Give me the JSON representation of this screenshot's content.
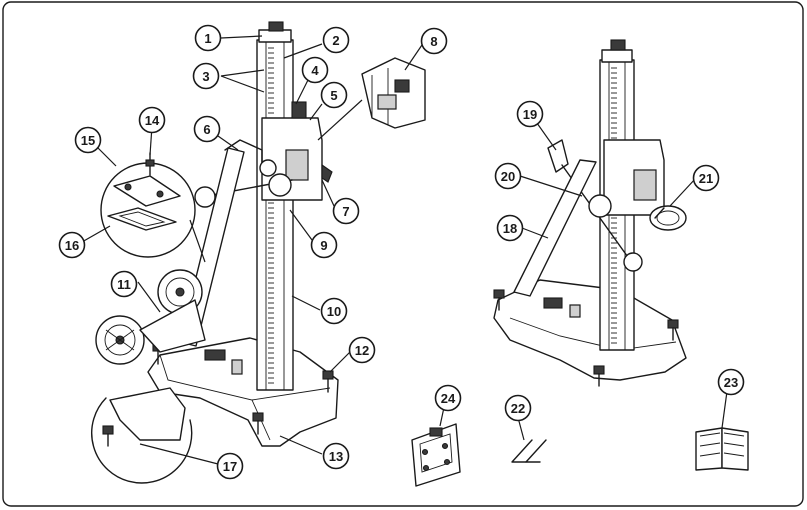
{
  "callouts": [
    {
      "id": "c1",
      "label": "1"
    },
    {
      "id": "c2",
      "label": "2"
    },
    {
      "id": "c3",
      "label": "3"
    },
    {
      "id": "c4",
      "label": "4"
    },
    {
      "id": "c5",
      "label": "5"
    },
    {
      "id": "c6",
      "label": "6"
    },
    {
      "id": "c7",
      "label": "7"
    },
    {
      "id": "c8",
      "label": "8"
    },
    {
      "id": "c9",
      "label": "9"
    },
    {
      "id": "c10",
      "label": "10"
    },
    {
      "id": "c11",
      "label": "11"
    },
    {
      "id": "c12",
      "label": "12"
    },
    {
      "id": "c13",
      "label": "13"
    },
    {
      "id": "c14",
      "label": "14"
    },
    {
      "id": "c15",
      "label": "15"
    },
    {
      "id": "c16",
      "label": "16"
    },
    {
      "id": "c17",
      "label": "17"
    },
    {
      "id": "c18",
      "label": "18"
    },
    {
      "id": "c19",
      "label": "19"
    },
    {
      "id": "c20",
      "label": "20"
    },
    {
      "id": "c21",
      "label": "21"
    },
    {
      "id": "c22",
      "label": "22"
    },
    {
      "id": "c23",
      "label": "23"
    },
    {
      "id": "c24",
      "label": "24"
    }
  ],
  "colors": {
    "line": "#1a1a1a",
    "fill": "#ffffff",
    "shade": "#cfcfcf"
  }
}
